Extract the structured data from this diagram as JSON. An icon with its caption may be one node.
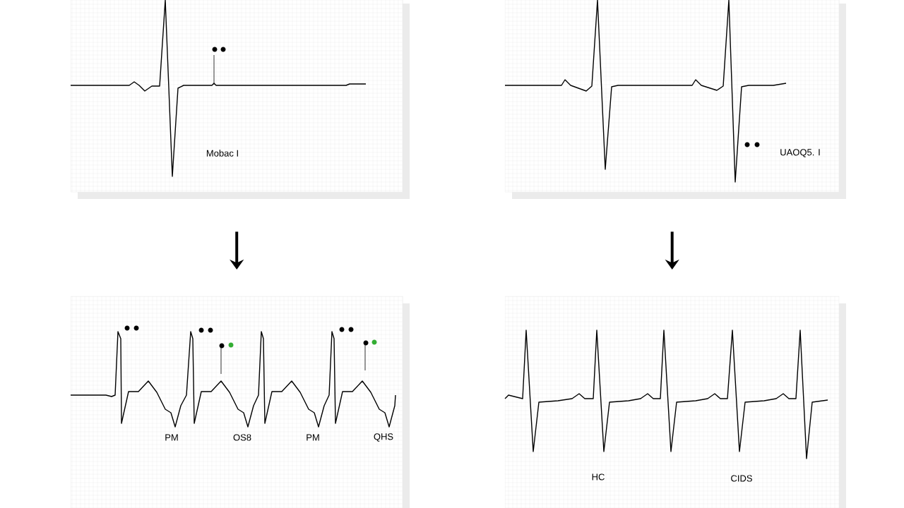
{
  "diagram": {
    "nodes": [
      {
        "text": [
          "Mobac I"
        ]
      },
      {
        "text": [
          "UAOQ5. I"
        ]
      },
      {
        "text": [
          "PM",
          "OS8",
          "PM",
          "QHS"
        ]
      },
      {
        "text": [
          "HC",
          "CIDS"
        ]
      }
    ],
    "edges": [
      {
        "from": 0,
        "to": 2,
        "arrow": "to"
      },
      {
        "from": 1,
        "to": 3,
        "arrow": "to"
      }
    ]
  }
}
